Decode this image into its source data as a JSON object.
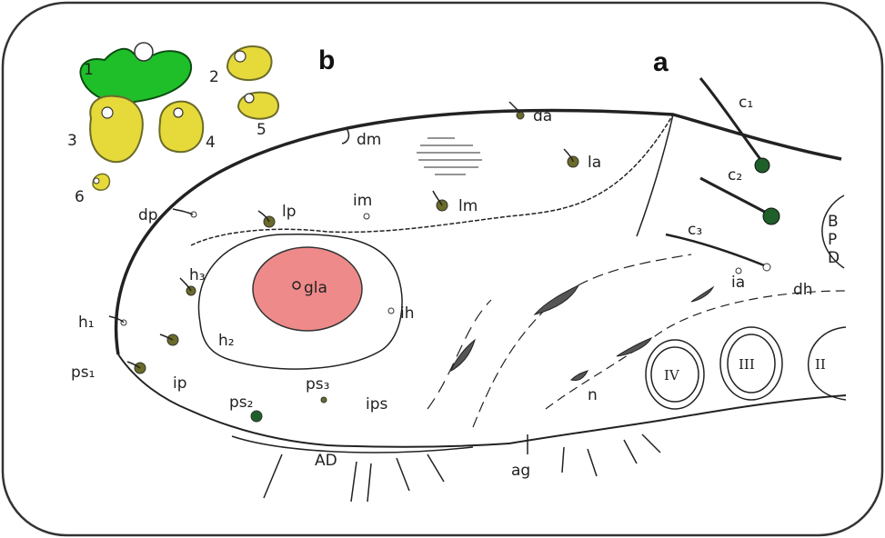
{
  "panels": {
    "a": "a",
    "b": "b"
  },
  "colors": {
    "green": "#1fbf2a",
    "yellow": "#e6d93a",
    "pink": "#ef8a8a",
    "dark_green": "#1f5f2a",
    "olive": "#6b6b2a"
  },
  "glands": [
    {
      "id": "1",
      "label": "1"
    },
    {
      "id": "2",
      "label": "2"
    },
    {
      "id": "3",
      "label": "3"
    },
    {
      "id": "4",
      "label": "4"
    },
    {
      "id": "5",
      "label": "5"
    },
    {
      "id": "6",
      "label": "6"
    }
  ],
  "labels": {
    "da": "da",
    "dm": "dm",
    "la": "la",
    "dp": "dp",
    "lp": "lp",
    "im": "im",
    "lm": "lm",
    "h3": "h₃",
    "h1": "h₁",
    "h2": "h₂",
    "gla": "gla",
    "ih": "ih",
    "ps1": "ps₁",
    "ip": "ip",
    "ps3": "ps₃",
    "ips": "ips",
    "ps2": "ps₂",
    "AD": "AD",
    "ag": "ag",
    "c1": "c₁",
    "c2": "c₂",
    "c3": "c₃",
    "ia": "ia",
    "dh": "dh",
    "B": "B",
    "P": "P",
    "D": "D",
    "n": "n",
    "IV": "IV",
    "III": "III",
    "II": "II"
  }
}
